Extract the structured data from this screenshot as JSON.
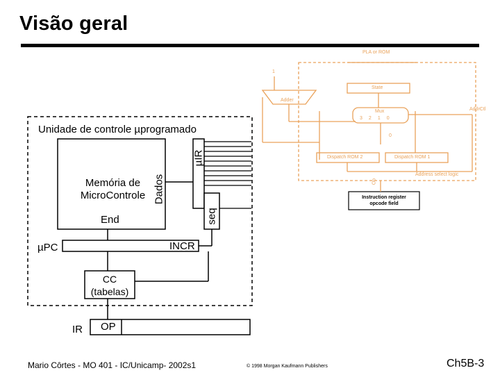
{
  "slide": {
    "title": "Visão geral"
  },
  "diagram": {
    "control_unit_label": "Unidade de controle µprogramado",
    "memory_label_line1": "Memória de",
    "memory_label_line2": "Micro",
    "memory_label_line2b": "Controle",
    "dados_label": "Dados",
    "uir_label": "µIR",
    "seq_label": "seq",
    "end_label": "End",
    "upc_label": "µPC",
    "incr_label": "INCR",
    "cc_line1": "CC",
    "cc_line2": "(tabelas)",
    "ir_label": "IR",
    "op_label": "OP"
  },
  "figure": {
    "pla_rom": "PLA or ROM",
    "state": "State",
    "adder": "Adder",
    "mux": "Mux",
    "mux_inputs": [
      "3",
      "2",
      "1",
      "0"
    ],
    "mux_zero": "0",
    "one": "1",
    "addrctl": "AddrCtl",
    "dispatch_rom_2": "Dispatch ROM 2",
    "dispatch_rom_1": "Dispatch ROM 1",
    "address_select_logic": "Address select logic",
    "op": "Op",
    "instruction_register_line1": "Instruction register",
    "instruction_register_line2": "opcode field"
  },
  "footer": {
    "left": "Mario Côrtes - MO 401 - IC/Unicamp- 2002s1",
    "center": "© 1998 Morgan Kaufmann Publishers",
    "right": "Ch5B-3"
  },
  "colors": {
    "figure_accent": "#e9a25a",
    "black": "#000000"
  }
}
